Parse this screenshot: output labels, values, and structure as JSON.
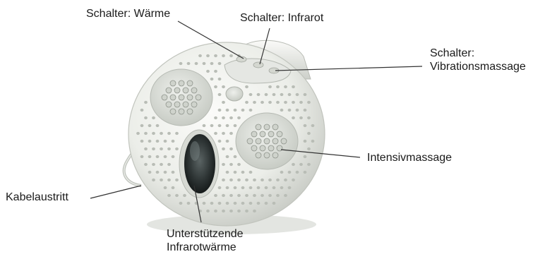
{
  "labels": {
    "switch_heat": "Schalter: Wärme",
    "switch_infrared": "Schalter: Infrarot",
    "switch_vibration_line1": "Schalter:",
    "switch_vibration_line2": "Vibrationsmassage",
    "intensive_massage": "Intensivmassage",
    "cable_exit": "Kabelaustritt",
    "infrared_line1": "Unterstützende",
    "infrared_line2": "Infrarotwärme"
  },
  "colors": {
    "body": "#f1f2ef",
    "body_shadow": "#c9ccc6",
    "hole": "#b9bdb6",
    "massage_pad": "#dfe2dc",
    "nub": "#cfd3cc",
    "infrared_window": "#2a3030",
    "text": "#1a1a1a",
    "leader_line": "#333333"
  }
}
